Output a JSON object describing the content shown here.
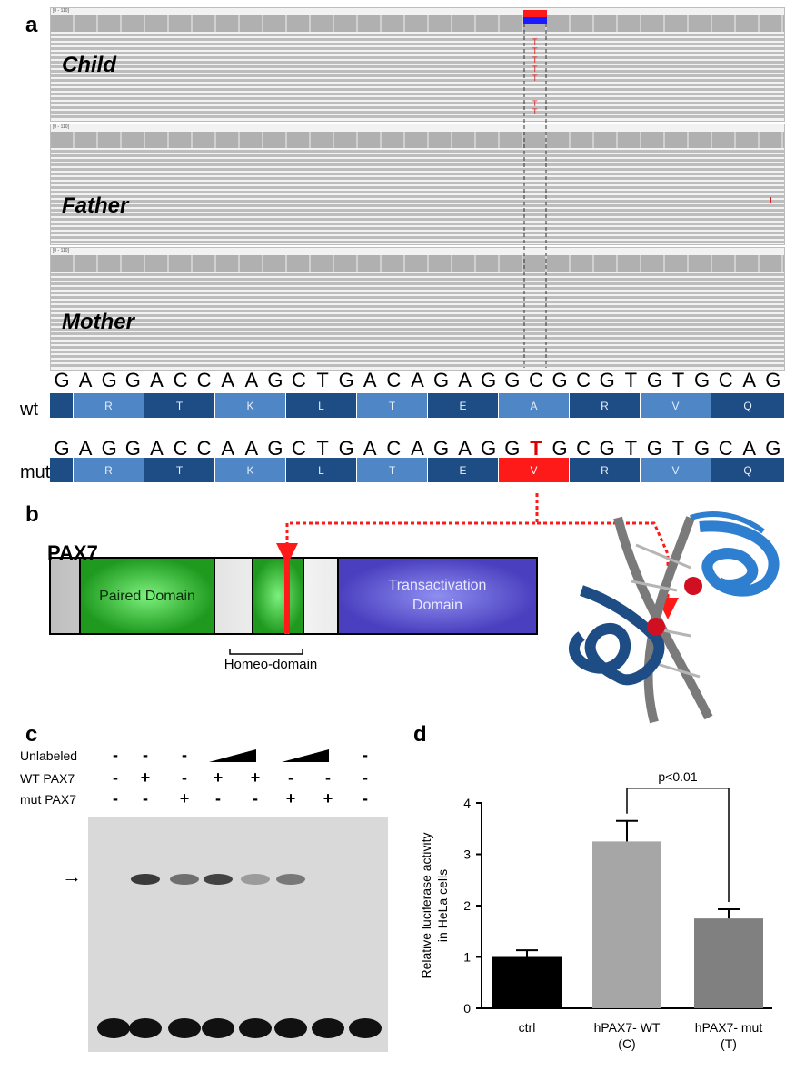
{
  "panels": {
    "a": "a",
    "b": "b",
    "c": "c",
    "d": "d"
  },
  "tracks": [
    {
      "name": "Child",
      "ruler": "[0 - 110]"
    },
    {
      "name": "Father",
      "ruler": "[0 - 110]"
    },
    {
      "name": "Mother",
      "ruler": "[0 - 110]"
    }
  ],
  "sequence": {
    "wt_label": "wt",
    "mut_label": "mut",
    "wt_bases": [
      "G",
      "A",
      "G",
      "G",
      "A",
      "C",
      "C",
      "A",
      "A",
      "G",
      "C",
      "T",
      "G",
      "A",
      "C",
      "A",
      "G",
      "A",
      "G",
      "G",
      "C",
      "G",
      "C",
      "G",
      "T",
      "G",
      "T",
      "G",
      "C",
      "A",
      "G"
    ],
    "mut_bases": [
      "G",
      "A",
      "G",
      "G",
      "A",
      "C",
      "C",
      "A",
      "A",
      "G",
      "C",
      "T",
      "G",
      "A",
      "C",
      "A",
      "G",
      "A",
      "G",
      "G",
      "T",
      "G",
      "C",
      "G",
      "T",
      "G",
      "T",
      "G",
      "C",
      "A",
      "G"
    ],
    "wt_aa": [
      "",
      "R",
      "T",
      "K",
      "L",
      "T",
      "E",
      "A",
      "R",
      "V",
      "Q"
    ],
    "mut_aa": [
      "",
      "R",
      "T",
      "K",
      "L",
      "T",
      "E",
      "V",
      "R",
      "V",
      "Q"
    ]
  },
  "domain_diagram": {
    "protein": "PAX7",
    "paired": "Paired Domain",
    "transactivation": "Transactivation\nDomain",
    "homeo": "Homeo-domain"
  },
  "gel": {
    "rows": [
      {
        "label": "Unlabeled",
        "marks": [
          "-",
          "-",
          "-",
          "ramp",
          "",
          "ramp",
          "",
          "-"
        ]
      },
      {
        "label": "WT PAX7",
        "marks": [
          "-",
          "+",
          "-",
          "+",
          "+",
          "-",
          "-",
          "-"
        ]
      },
      {
        "label": "mut PAX7",
        "marks": [
          "-",
          "-",
          "+",
          "-",
          "-",
          "+",
          "+",
          "-"
        ]
      }
    ],
    "band_intensity": [
      0,
      0.9,
      0.6,
      0.85,
      0.35,
      0.55,
      0,
      0
    ]
  },
  "chart_data": {
    "type": "bar",
    "categories": [
      "ctrl",
      "hPAX7- WT\n(C)",
      "hPAX7- mut\n(T)"
    ],
    "values": [
      1.0,
      3.25,
      1.75
    ],
    "errors": [
      0.13,
      0.4,
      0.18
    ],
    "colors": [
      "#000000",
      "#a6a6a6",
      "#808080"
    ],
    "ylabel": "Relative luciferase activity\nin HeLa cells",
    "xlabel": "",
    "ylim": [
      0,
      4
    ],
    "yticks": [
      0,
      1,
      2,
      3,
      4
    ],
    "annotation": "p<0.01"
  }
}
